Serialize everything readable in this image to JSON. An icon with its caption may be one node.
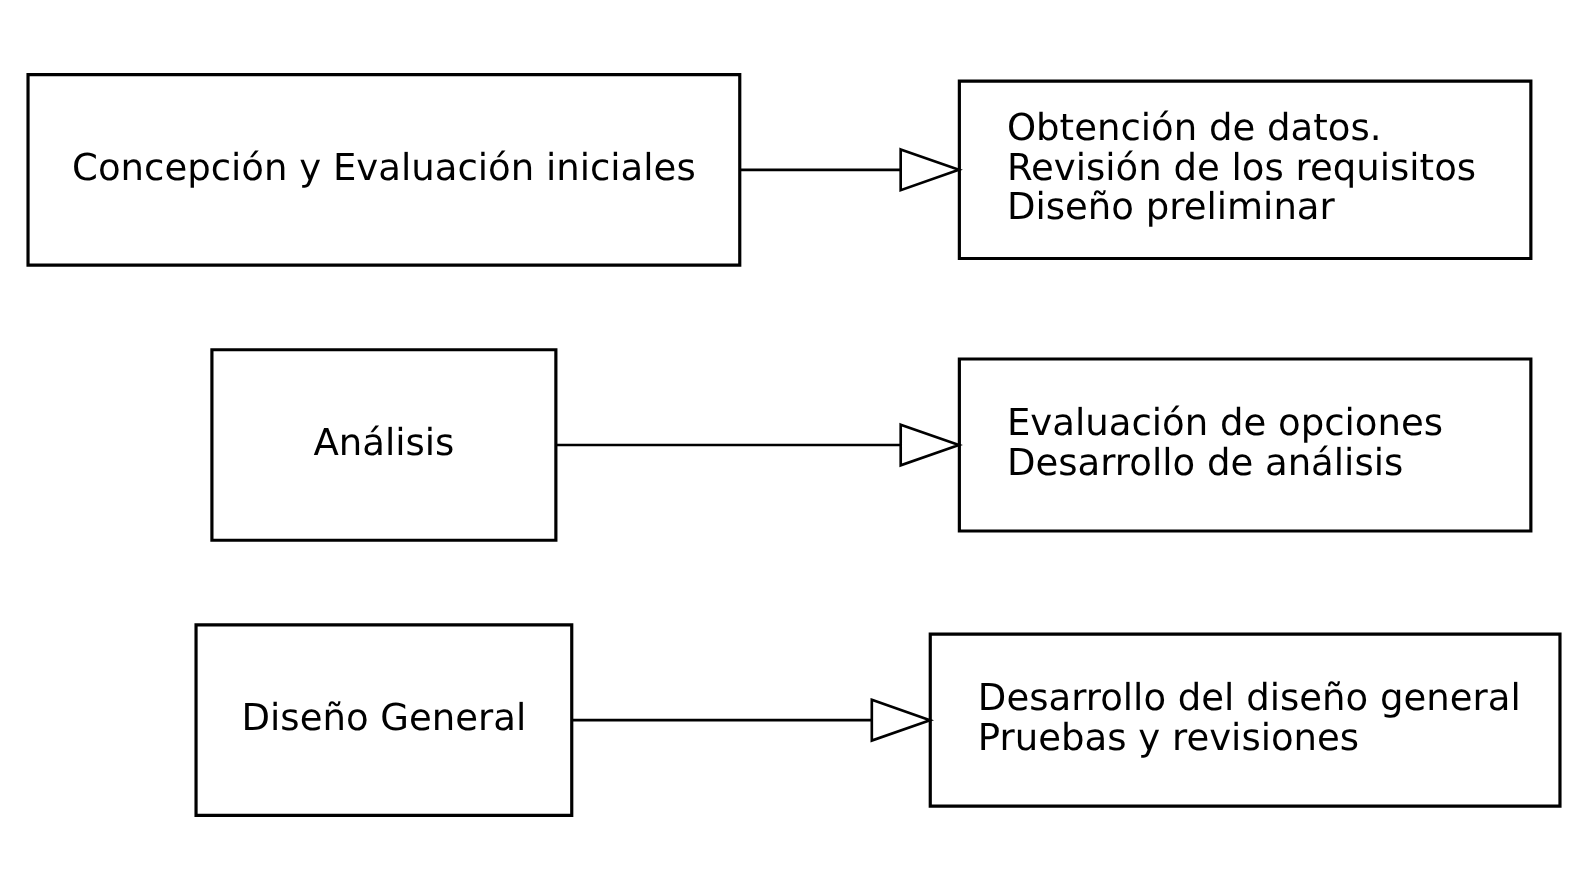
{
  "diagram": {
    "nodes": [
      {
        "text": [
          "Concepción y Evaluación iniciales"
        ]
      },
      {
        "text": [
          "Obtención de datos.",
          "Revisión de los requisitos",
          "Diseño preliminar"
        ]
      },
      {
        "text": [
          "Análisis"
        ]
      },
      {
        "text": [
          "Evaluación de opciones",
          "Desarrollo de análisis"
        ]
      },
      {
        "text": [
          "Diseño General"
        ]
      },
      {
        "text": [
          "Desarrollo del diseño general",
          "Pruebas y revisiones"
        ]
      }
    ],
    "edges": [
      {
        "from": 0,
        "to": 1,
        "arrow": "to"
      },
      {
        "from": 2,
        "to": 3,
        "arrow": "to"
      },
      {
        "from": 4,
        "to": 5,
        "arrow": "to"
      }
    ]
  }
}
